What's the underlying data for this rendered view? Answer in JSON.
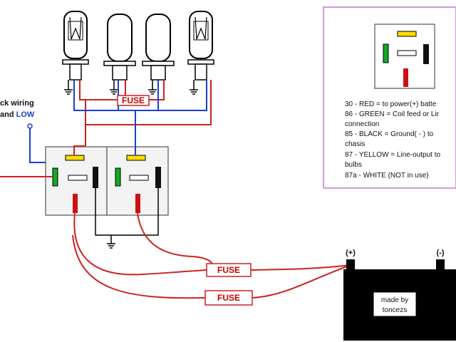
{
  "wiring_label": {
    "line1": "ck wiring",
    "line2_prefix": "and ",
    "line2_low": "LOW"
  },
  "fuses": {
    "top": "FUSE",
    "middle": "FUSE",
    "bottom": "FUSE"
  },
  "battery": {
    "positive": "(+)",
    "negative": "(-)",
    "caption_line1": "made by",
    "caption_line2": "toncezs"
  },
  "legend": {
    "lines": [
      "30 - RED = to power(+) batte",
      "86 - GREEN = Coil feed or Lir",
      "connection",
      "85 - BLACK = Ground( - ) to",
      "chasis",
      "87 - YELLOW = Line-output to",
      "bulbs",
      "87a - WHITE (NOT in use)"
    ]
  },
  "colors": {
    "wire_red": "#cc2222",
    "wire_blue": "#1a3fd0",
    "pin_red": "#cc1111",
    "pin_green": "#11aa22",
    "pin_black": "#111111",
    "pin_yellow": "#ffdd00",
    "legend_border": "#cc77cc",
    "relay_fill": "#f3f3f3"
  }
}
